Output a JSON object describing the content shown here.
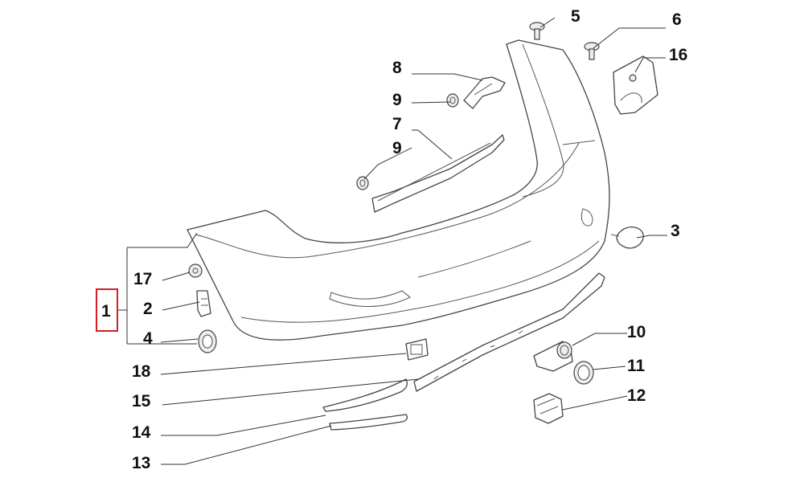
{
  "callouts": {
    "c1": "1",
    "c2": "2",
    "c3": "3",
    "c4": "4",
    "c5": "5",
    "c6": "6",
    "c7": "7",
    "c8": "8",
    "c9a": "9",
    "c9b": "9",
    "c10": "10",
    "c11": "11",
    "c12": "12",
    "c13": "13",
    "c14": "14",
    "c15": "15",
    "c16": "16",
    "c17": "17",
    "c18": "18"
  },
  "colors": {
    "highlight_box": "#d21f26",
    "linework": "#444444",
    "text": "#111111"
  }
}
